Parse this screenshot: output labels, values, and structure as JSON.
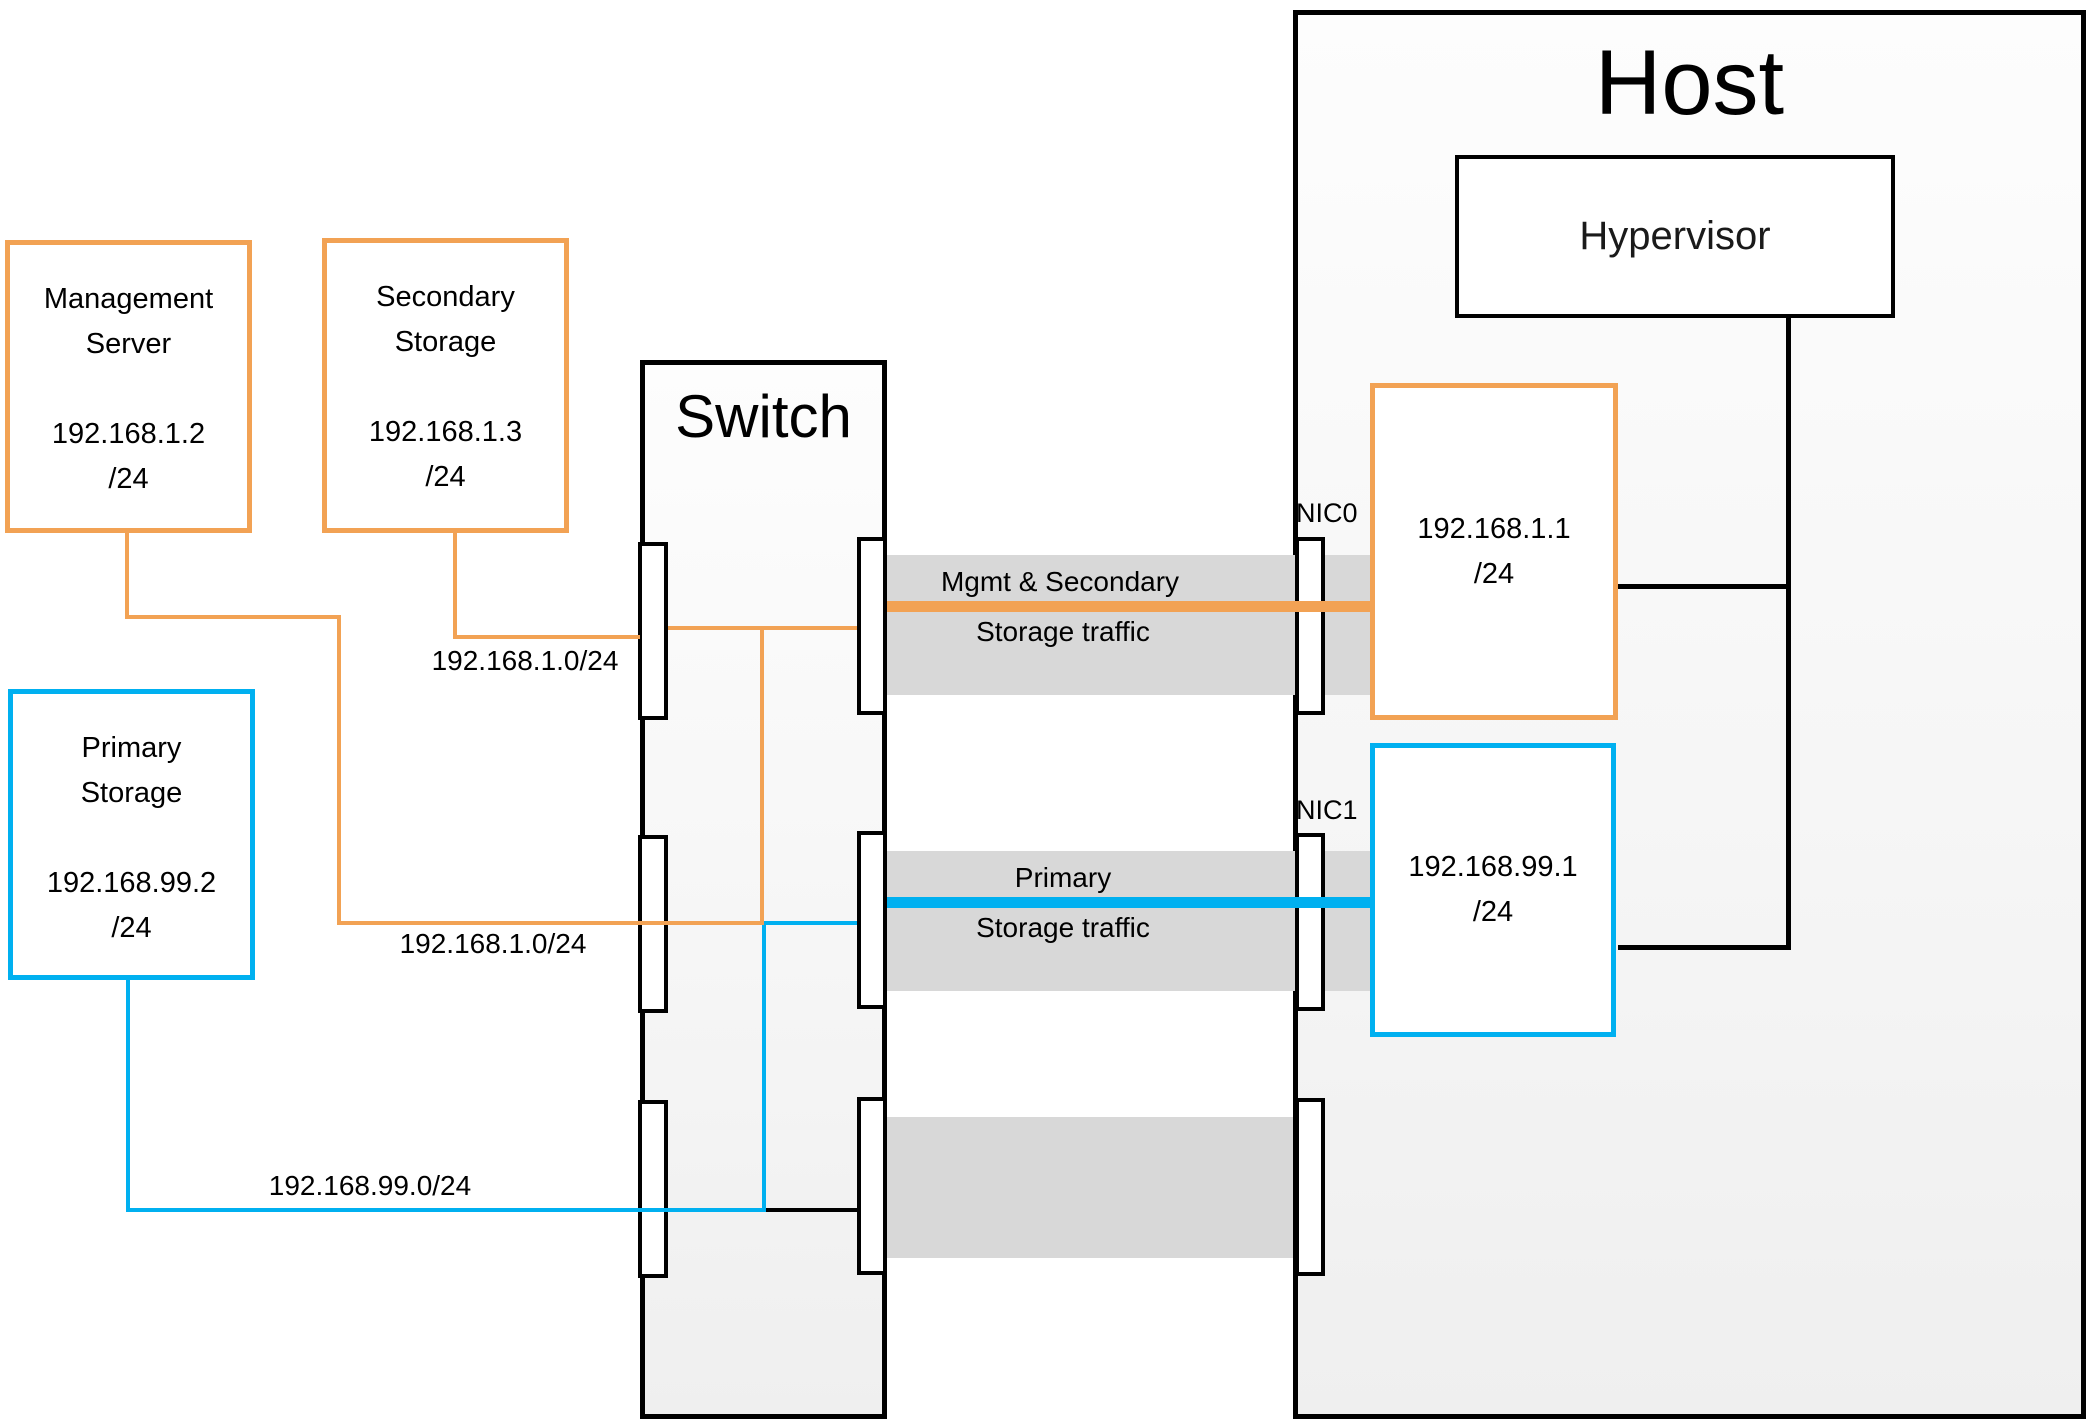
{
  "colors": {
    "orange_accent": "#F2A254",
    "blue_accent": "#00B0F0",
    "band_gray": "#D8D8D8",
    "line_black": "#000000"
  },
  "nodes": {
    "management_server": {
      "title_line1": "Management",
      "title_line2": "Server",
      "ip": "192.168.1.2",
      "cidr": "/24"
    },
    "secondary_storage": {
      "title_line1": "Secondary",
      "title_line2": "Storage",
      "ip": "192.168.1.3",
      "cidr": "/24"
    },
    "primary_storage": {
      "title_line1": "Primary",
      "title_line2": "Storage",
      "ip": "192.168.99.2",
      "cidr": "/24"
    },
    "switch": {
      "label": "Switch"
    },
    "host": {
      "label": "Host"
    },
    "hypervisor": {
      "label": "Hypervisor"
    },
    "nic0": {
      "port_label": "NIC0",
      "ip": "192.168.1.1",
      "cidr": "/24"
    },
    "nic1": {
      "port_label": "NIC1",
      "ip": "192.168.99.1",
      "cidr": "/24"
    }
  },
  "network_labels": {
    "secondary_link": "192.168.1.0/24",
    "management_link": "192.168.1.0/24",
    "primary_link": "192.168.99.0/24"
  },
  "traffic_labels": {
    "mgmt_line1": "Mgmt & Secondary",
    "mgmt_line2": "Storage traffic",
    "primary_line1": "Primary",
    "primary_line2": "Storage traffic"
  }
}
